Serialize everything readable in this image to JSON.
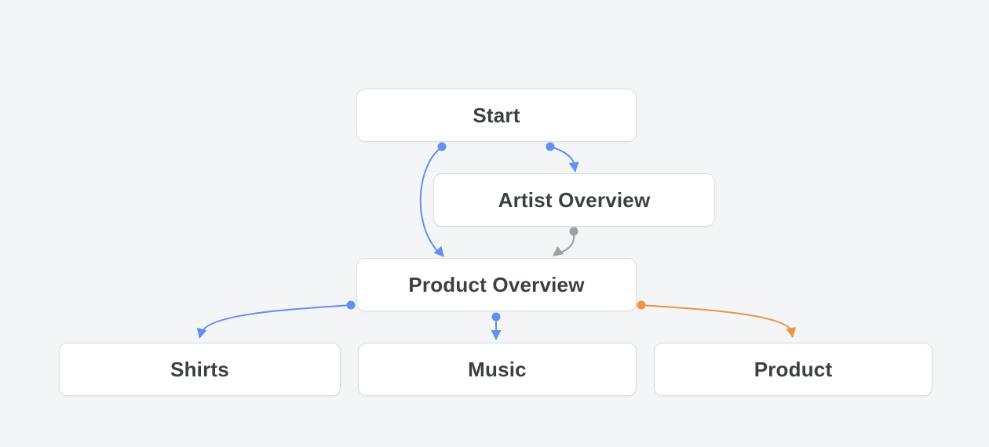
{
  "diagram": {
    "nodes": {
      "start": {
        "label": "Start"
      },
      "artist_overview": {
        "label": "Artist Overview"
      },
      "product_overview": {
        "label": "Product Overview"
      },
      "shirts": {
        "label": "Shirts"
      },
      "music": {
        "label": "Music"
      },
      "product": {
        "label": "Product"
      }
    },
    "edges": [
      {
        "from": "Start",
        "to": "Product Overview",
        "color": "blue"
      },
      {
        "from": "Start",
        "to": "Artist Overview",
        "color": "blue"
      },
      {
        "from": "Artist Overview",
        "to": "Product Overview",
        "color": "gray"
      },
      {
        "from": "Product Overview",
        "to": "Shirts",
        "color": "blue"
      },
      {
        "from": "Product Overview",
        "to": "Music",
        "color": "blue"
      },
      {
        "from": "Product Overview",
        "to": "Product",
        "color": "orange"
      }
    ],
    "colors": {
      "blue": "#6090f0",
      "gray": "#9aa0a6",
      "orange": "#ed9445",
      "text": "#3c4043",
      "node_fill": "#ffffff",
      "node_border": "#dadce0",
      "background": "#f4f5f7"
    }
  }
}
